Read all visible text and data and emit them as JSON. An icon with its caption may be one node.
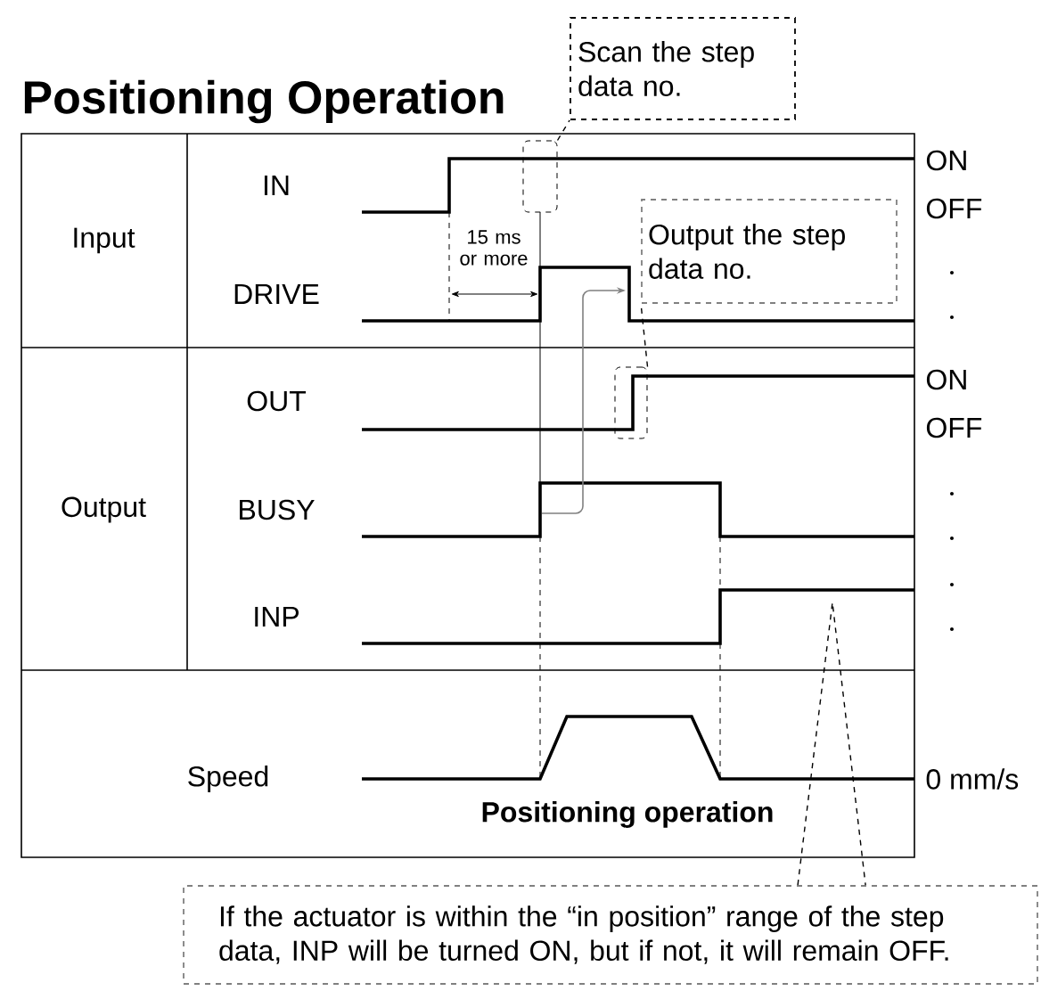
{
  "diagram": {
    "title": "Positioning Operation",
    "nodes": [
      {
        "text": [
          "Scan the step data no."
        ]
      },
      {
        "text": [],
        "shape": "box"
      },
      {
        "text": [
          "Output the step data no."
        ]
      },
      {
        "text": [],
        "shape": "box"
      },
      {
        "text": [
          "If the actuator is within the “in position” range of the step data, INP will be turned ON, but if not, it will remain OFF."
        ]
      }
    ],
    "edges": [
      {
        "from": 1,
        "to": 0,
        "arrow": "none",
        "style": "dashed"
      },
      {
        "from": 3,
        "to": 2,
        "arrow": "none",
        "style": "dashed"
      },
      {
        "from": 4,
        "to": null,
        "arrow": "none",
        "style": "dashed"
      }
    ],
    "labels": [
      "ON",
      "IN",
      "Input",
      "OFF",
      "15 ms or more",
      "DRIVE",
      "OUT",
      "ON",
      "OFF",
      "Output",
      "BUSY",
      "INP",
      "Speed",
      "0 mm/s",
      "Positioning operation"
    ]
  }
}
